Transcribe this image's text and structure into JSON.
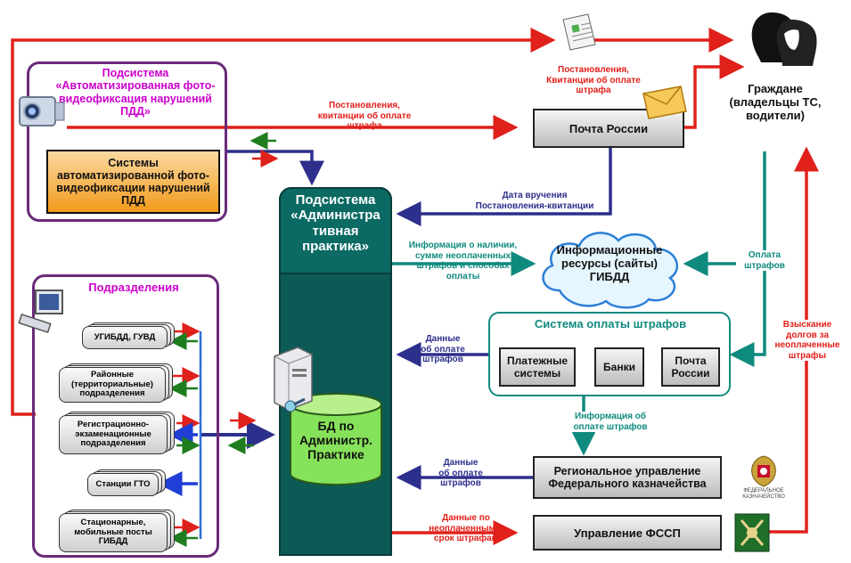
{
  "subsystem_photo": {
    "title": "Подсистема «Автоматизированная фото-видеофиксация нарушений ПДД»",
    "systems_box": "Системы автоматизированной фото-видеофиксации нарушений ПДД"
  },
  "subsystem_admin": {
    "title": "Подсистема «Администра тивная практика»",
    "db": "БД по Администр. Практике"
  },
  "departments": {
    "title": "Подразделения",
    "items": [
      "УГИБДД, ГУВД",
      "Районные (территориальные) подразделения",
      "Регистрационно-экзаменационные подразделения",
      "Станции ГТО",
      "Стационарные, мобильные посты ГИБДД"
    ]
  },
  "post": "Почта России",
  "citizens": "Граждане (владельцы ТС, водители)",
  "info_resources": "Информационные ресурсы (сайты) ГИБДД",
  "payment_system": {
    "title": "Система оплаты штрафов",
    "items": [
      "Платежные системы",
      "Банки",
      "Почта России"
    ]
  },
  "treasury": "Региональное управление Федерального казначейства",
  "fssp": "Управление ФССП",
  "treasury_logo_text": "ФЕДЕРАЛЬНОЕ КАЗНАЧЕЙСТВО",
  "labels": {
    "resolutions_to_post": "Постановления, квитанции об оплате штрафа",
    "resolutions_to_citizens": "Постановления, Квитанции об оплате штрафа",
    "delivery_date": "Дата вручения Постановления-квитанции",
    "info_on_fines": "Информация о наличии, сумме неоплаченных штрафов и способах оплаты",
    "fine_payment": "Оплата штрафов",
    "debt_collection": "Взыскание долгов за неоплаченные штрафы",
    "payment_data_1": "Данные об оплате штрафов",
    "payment_info": "Информация об оплате штрафов",
    "payment_data_2": "Данные об оплате штрафов",
    "unpaid_data": "Данные по неоплаченным в срок штрафам"
  },
  "colors": {
    "red": "#e0201a",
    "blue": "#2c2f8c",
    "teal": "#0f8a7e",
    "green": "#1e7d1e",
    "purple": "#6a2a7a",
    "dark_teal": "#0b5a55",
    "orange": "#f29a1a"
  }
}
